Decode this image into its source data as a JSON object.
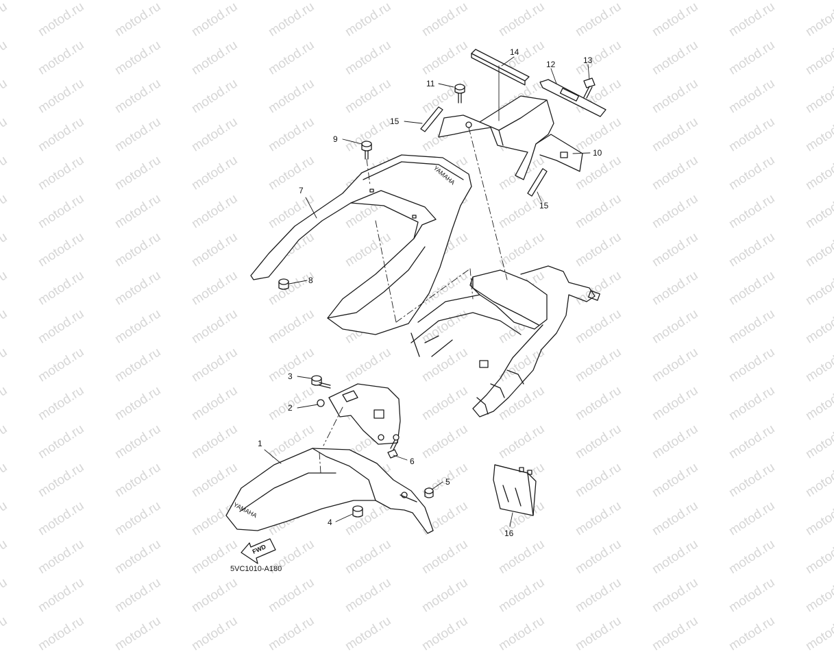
{
  "diagram": {
    "drawing_code": "5VC1010-A180",
    "watermark": "motod.ru",
    "brand_text": "YAMAHA",
    "fwd_label": "FWD",
    "callouts": [
      "1",
      "2",
      "3",
      "4",
      "5",
      "6",
      "7",
      "8",
      "9",
      "10",
      "11",
      "12",
      "13",
      "14",
      "15",
      "15",
      "16"
    ],
    "line_color": "#1a1a1a",
    "watermark_color": "#d6d6d6"
  }
}
